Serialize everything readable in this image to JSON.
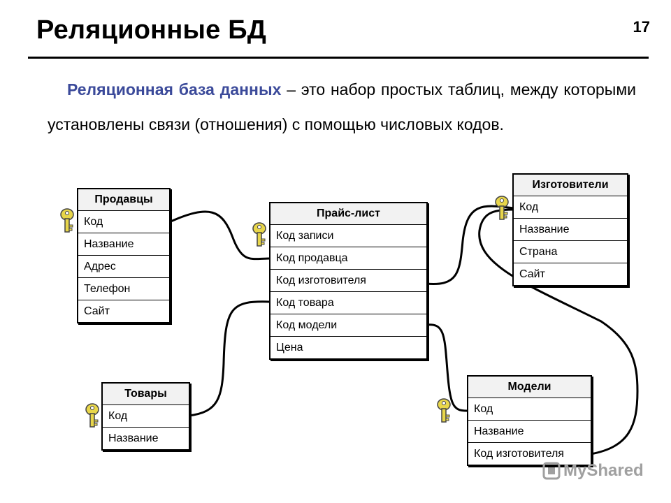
{
  "page": {
    "title": "Реляционные БД",
    "number": "17"
  },
  "intro": {
    "term": "Реляционная база данных",
    "rest": " – это набор простых таблиц, между которыми установлены связи (отношения) с помощью числовых кодов."
  },
  "tables": {
    "sellers": {
      "title": "Продавцы",
      "fields": [
        "Код",
        "Название",
        "Адрес",
        "Телефон",
        "Сайт"
      ]
    },
    "price": {
      "title": "Прайс-лист",
      "fields": [
        "Код записи",
        "Код продавца",
        "Код изготовителя",
        "Код товара",
        "Код модели",
        "Цена"
      ]
    },
    "makers": {
      "title": "Изготовители",
      "fields": [
        "Код",
        "Название",
        "Страна",
        "Сайт"
      ]
    },
    "goods": {
      "title": "Товары",
      "fields": [
        "Код",
        "Название"
      ]
    },
    "models": {
      "title": "Модели",
      "fields": [
        "Код",
        "Название",
        "Код изготовителя"
      ]
    }
  },
  "watermark": {
    "text": "MyShared"
  },
  "icons": {
    "primary_key": "key-icon",
    "watermark_logo": "myshared-logo-icon"
  },
  "colors": {
    "term": "#3b4a9a",
    "key_fill": "#e8d64a",
    "watermark": "#a0a0a0"
  }
}
